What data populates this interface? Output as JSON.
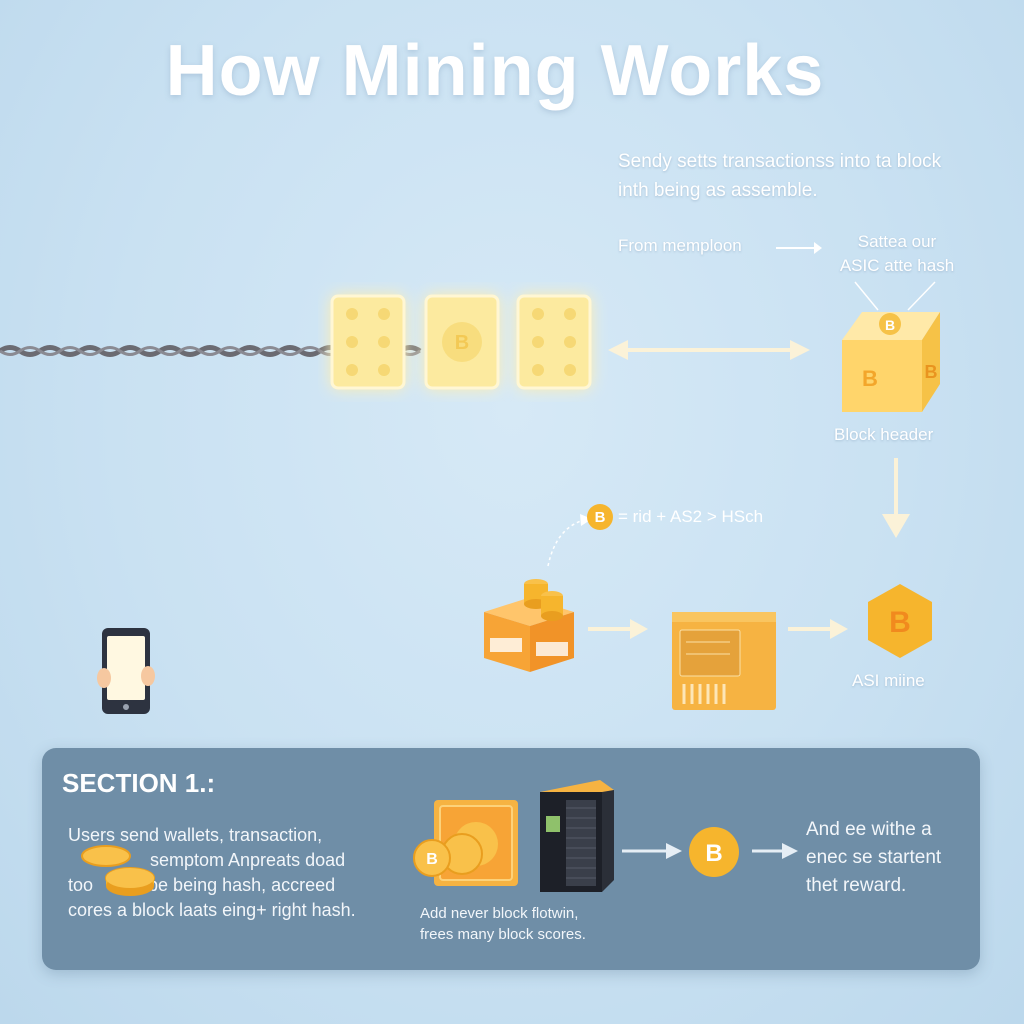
{
  "title": "How Mining Works",
  "notes": {
    "intro_line1": "Sendy setts transactionss into ta block",
    "intro_line2": "inth being as assemble.",
    "mempool": "From memploon",
    "asic_line1": "Sattea our",
    "asic_line2": "ASIC atte hash",
    "block_header": "Block header",
    "formula": "= rid + AS2 > HSch",
    "asic_miner": "ASI miine"
  },
  "section": {
    "title": "SECTION 1.:",
    "left_text": [
      "Users send wallets, transaction,",
      "semptom Anpreats doad",
      "too",
      "fibe being hash, accreed",
      "cores a block laats eing+ right hash."
    ],
    "middle_caption": [
      "Add never block flotwin,",
      "frees many block scores."
    ],
    "right_text": [
      "And ee withe a",
      "enec se startent",
      "thet reward."
    ]
  },
  "icons": {
    "coin_symbol": "B"
  },
  "colors": {
    "accent": "#f6b52d",
    "block_glow": "#fbe39a",
    "panel": "#6f8ea7",
    "background": "#c9e1f2"
  }
}
